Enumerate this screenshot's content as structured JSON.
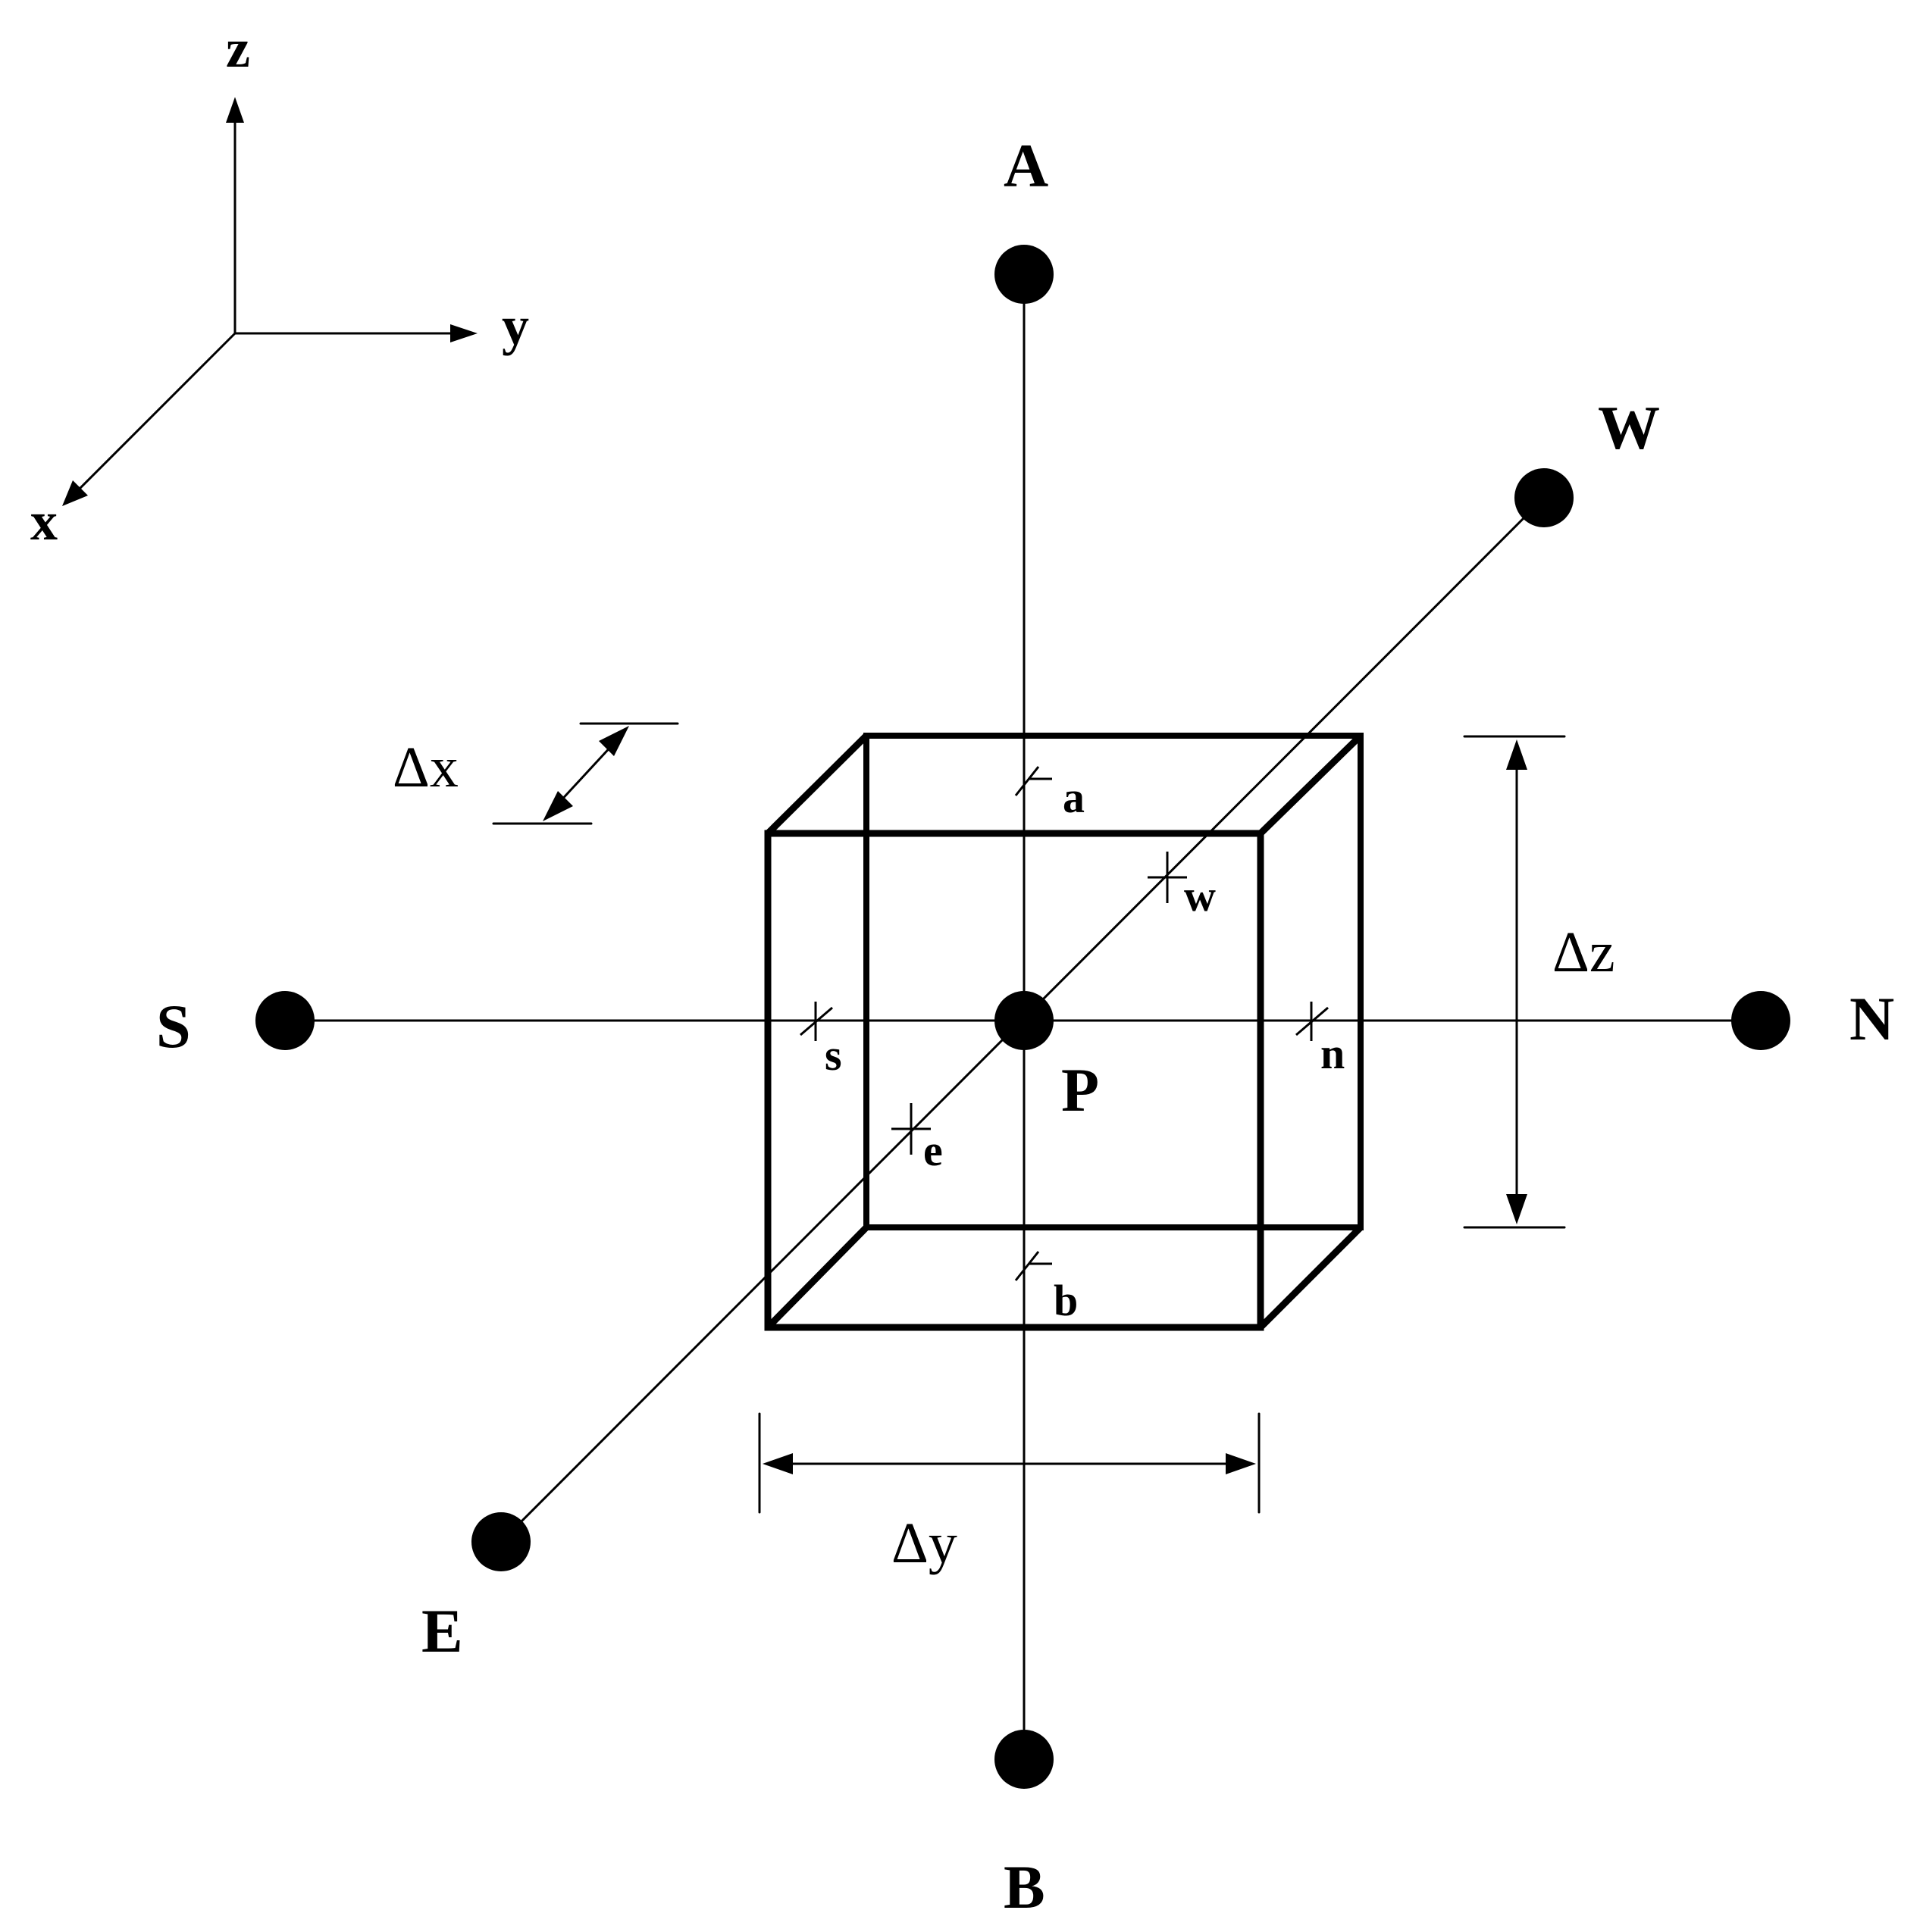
{
  "axes": {
    "z_label": "z",
    "y_label": "y",
    "x_label": "x"
  },
  "nodes": {
    "A": "A",
    "B": "B",
    "S": "S",
    "N": "N",
    "W": "W",
    "E": "E",
    "P": "P"
  },
  "faces": {
    "a": "a",
    "b": "b",
    "s": "s",
    "n": "n",
    "w": "w",
    "e": "e"
  },
  "dimensions": {
    "dx": "Δx",
    "dy": "Δy",
    "dz": "Δz"
  }
}
